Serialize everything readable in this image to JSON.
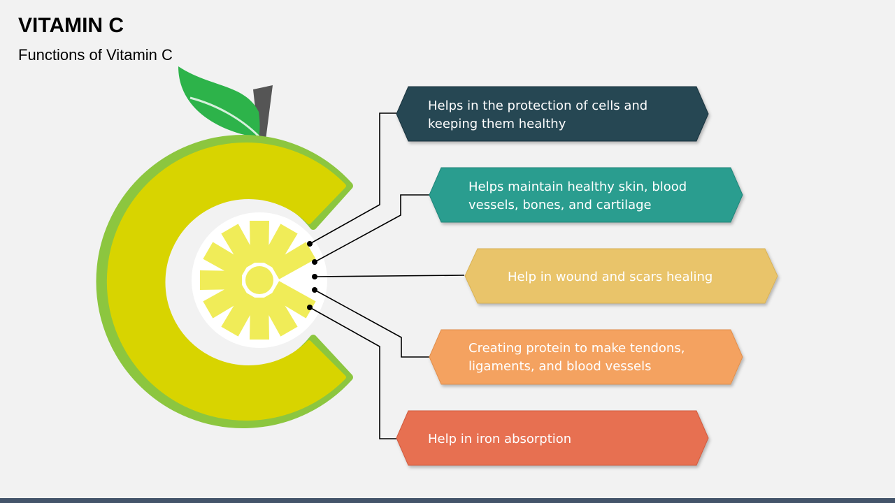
{
  "title": "VITAMIN C",
  "subtitle": "Functions of Vitamin C",
  "functions": [
    {
      "lines": [
        "Helps in the protection of cells and",
        "keeping them healthy"
      ],
      "color": "#264653"
    },
    {
      "lines": [
        "Helps maintain healthy skin, blood",
        "vessels, bones, and cartilage"
      ],
      "color": "#2a9d8f"
    },
    {
      "lines": [
        "Help in wound and scars healing"
      ],
      "color": "#e9c46a"
    },
    {
      "lines": [
        "Creating protein to make tendons,",
        "ligaments, and blood vessels"
      ],
      "color": "#f4a261"
    },
    {
      "lines": [
        "Help in iron absorption"
      ],
      "color": "#e76f51"
    }
  ],
  "colors": {
    "background": "#f2f2f2",
    "fruit_rind": "#8cc63f",
    "fruit_flesh": "#d8d400",
    "leaf": "#2db34a",
    "stem": "#555555",
    "segment": "#f0ec58",
    "bottom_bar": "#44546a"
  },
  "icons": [
    "lemon-c-icon",
    "leaf-icon",
    "stem-icon"
  ]
}
